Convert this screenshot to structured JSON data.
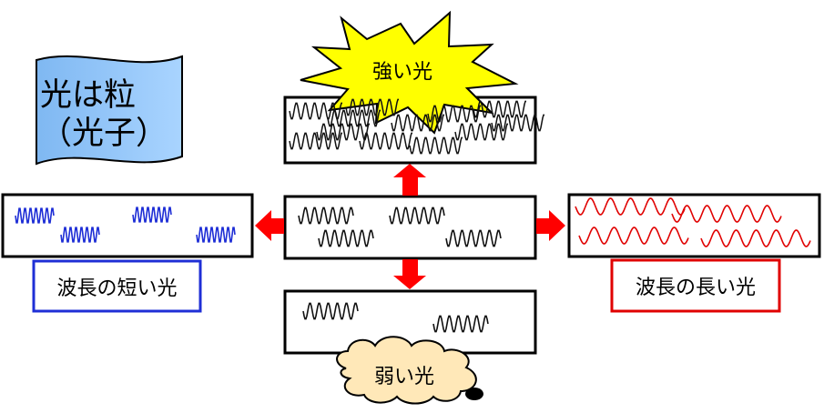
{
  "flag": {
    "line1": "光は粒",
    "line2": "（光子）"
  },
  "labels": {
    "strong": "強い光",
    "weak": "弱い光",
    "short": "波長の短い光",
    "long": "波長の長い光"
  },
  "colors": {
    "short_wave": "#1f2fd6",
    "long_wave": "#e00000",
    "arrow": "#ff0000",
    "flag_fill": "#99ccff",
    "star_fill": "#ffff00",
    "cloud_fill": "#ffe8b8"
  }
}
